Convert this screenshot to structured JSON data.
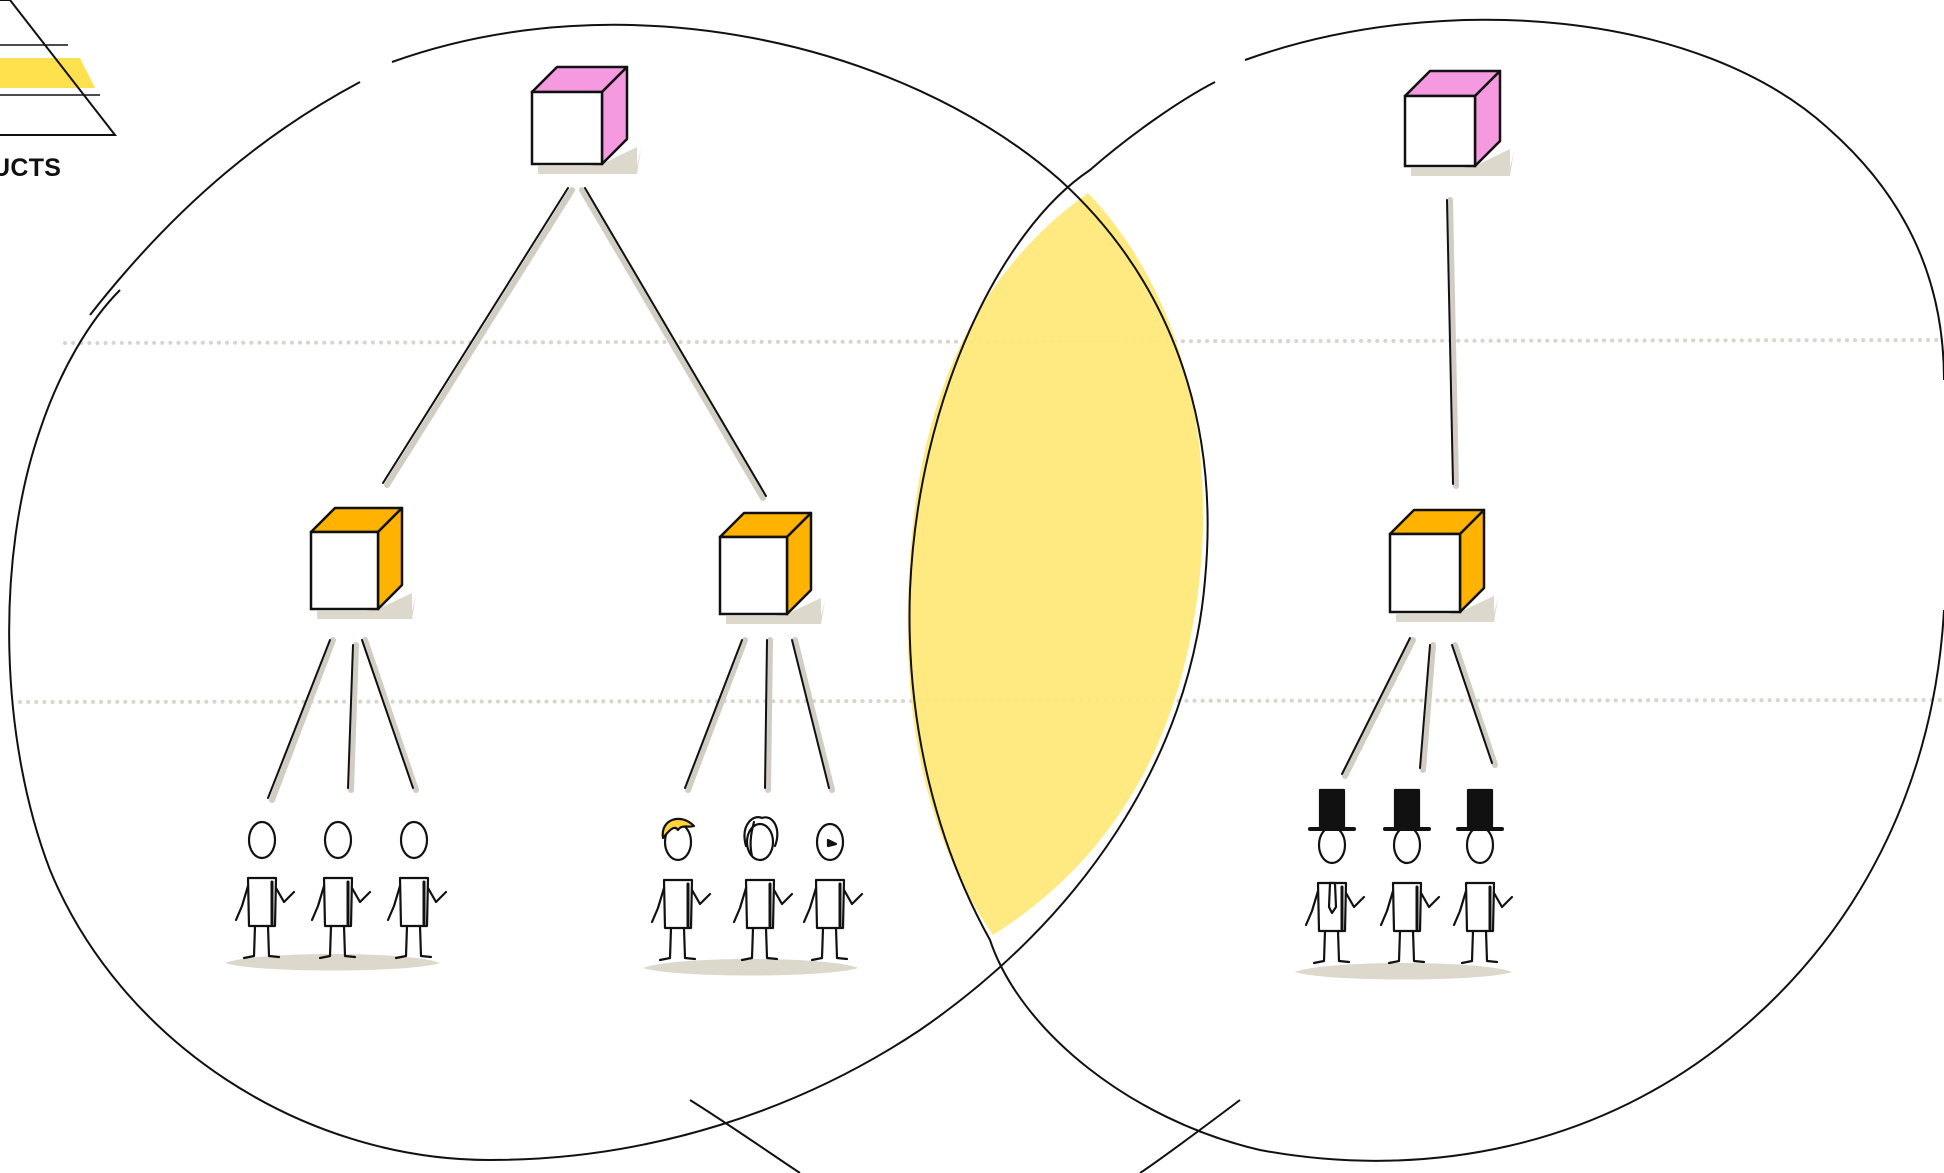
{
  "corner_label": "UCTS",
  "colors": {
    "product": "#f59ae0",
    "team": "#ffb300",
    "overlap": "#ffe97a",
    "shadow": "#ddd8cc",
    "line": "#111111",
    "dotted": "#d9d5cd",
    "hat": "#111111",
    "hair": "#ffd43b"
  },
  "left_group": {
    "product_cube": "pink-cube",
    "teams": [
      {
        "cube": "orange-cube",
        "people": [
          "person",
          "person",
          "person"
        ]
      },
      {
        "cube": "orange-cube",
        "people": [
          "person-blonde",
          "person-curly",
          "person-winking"
        ]
      }
    ]
  },
  "right_group": {
    "product_cube": "pink-cube",
    "teams": [
      {
        "cube": "orange-cube",
        "people": [
          "person-top-hat-tie",
          "person-top-hat",
          "person-top-hat"
        ]
      }
    ]
  }
}
